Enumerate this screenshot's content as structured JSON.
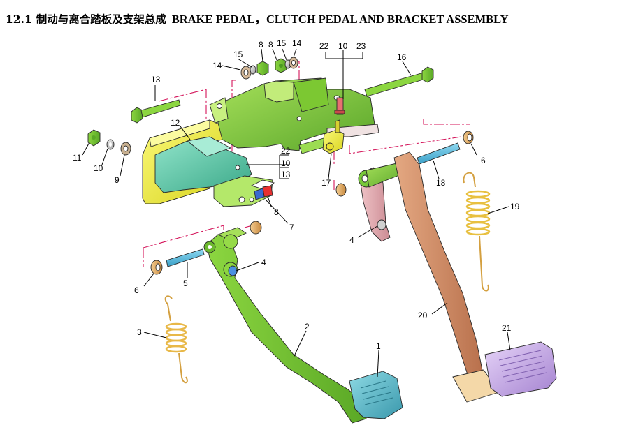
{
  "title": {
    "section": "12.1",
    "chinese": "制动与离合踏板及支架总成",
    "english": "BRAKE PEDAL，CLUTCH PEDAL AND BRACKET ASSEMBLY"
  },
  "labels": {
    "p1": "1",
    "p2": "2",
    "p3": "3",
    "p4a": "4",
    "p4b": "4",
    "p5": "5",
    "p6a": "6",
    "p6b": "6",
    "p7": "7",
    "p8a": "8",
    "p8b": "8",
    "p9": "9",
    "p10a": "10",
    "p10b": "10",
    "p10c": "10",
    "p11": "11",
    "p12": "12",
    "p13a": "13",
    "p13b": "13",
    "p14a": "14",
    "p14b": "14",
    "p15a": "15",
    "p15b": "15",
    "p16": "16",
    "p17": "17",
    "p18": "18",
    "p19": "19",
    "p20": "20",
    "p21": "21",
    "p22a": "22",
    "p22b": "22",
    "p23": "23"
  },
  "colors": {
    "bracket_green": "#7cc832",
    "plate_yellow": "#f2f03a",
    "lever_teal": "#59c8a8",
    "brake_pedal_pad": "#5cb8c8",
    "clutch_pedal_pad": "#c6a8e8",
    "clutch_arm": "#d4906a",
    "spring_orange": "#e8b848",
    "phantom_line": "#d4145a"
  }
}
